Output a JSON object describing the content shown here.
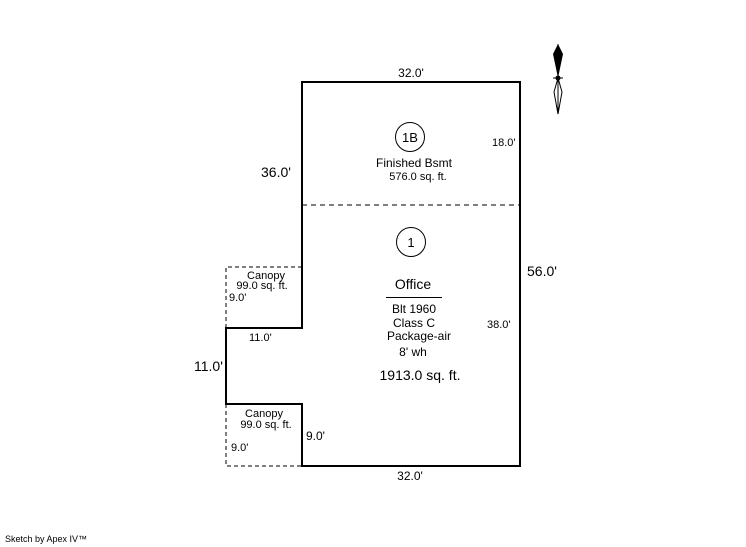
{
  "plan": {
    "upper": {
      "badge": "1B",
      "name": "Finished Bsmt",
      "area": "576.0 sq. ft."
    },
    "lower": {
      "badge": "1",
      "name": "Office",
      "details": [
        "Blt 1960",
        "Class C",
        "Package-air",
        "8' wh"
      ],
      "area": "1913.0 sq. ft."
    },
    "canopy_top": {
      "name": "Canopy",
      "area": "99.0 sq. ft.",
      "dim": "9.0'"
    },
    "canopy_bottom": {
      "name": "Canopy",
      "area": "99.0 sq. ft.",
      "dim": "9.0'"
    },
    "dims": {
      "top": "32.0'",
      "left_upper": "36.0'",
      "right_upper": "18.0'",
      "right_total": "56.0'",
      "right_lower": "38.0'",
      "notch_top": "11.0'",
      "notch_left": "11.0'",
      "notch_bottom": "9.0'",
      "bottom": "32.0'"
    }
  },
  "footer": {
    "credit": "Sketch by Apex IV™"
  }
}
